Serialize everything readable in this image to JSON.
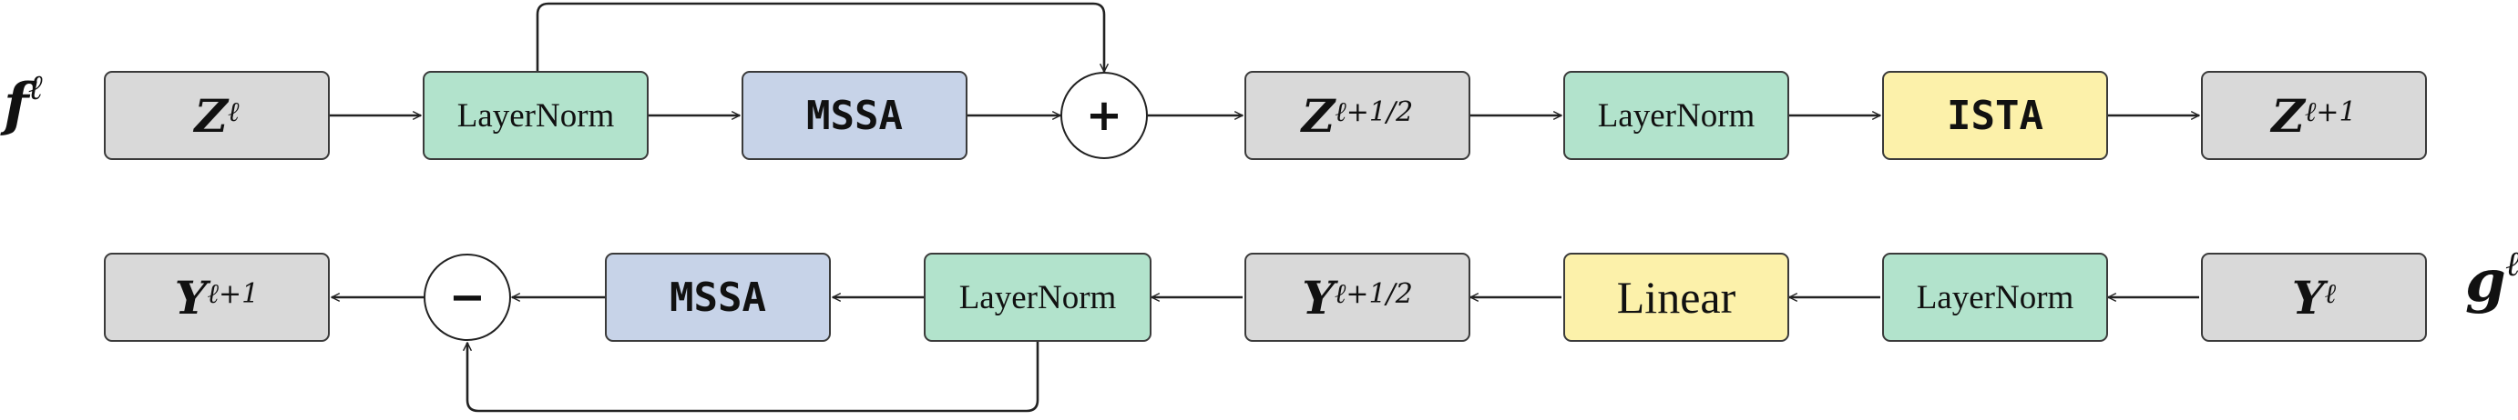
{
  "colors": {
    "gray": "#d9d9d9",
    "green": "#b2e3cc",
    "blue": "#c7d3e8",
    "yellow": "#fcf1aa",
    "stroke": "#3a3a3a"
  },
  "top_row": {
    "side_label": {
      "base": "f",
      "sup": "ℓ"
    },
    "z_in": {
      "base": "Z",
      "sup": "ℓ"
    },
    "layernorm_1": "LayerNorm",
    "mssa": "MSSA",
    "add": "+",
    "z_half": {
      "base": "Z",
      "sup": "ℓ+1/2"
    },
    "layernorm_2": "LayerNorm",
    "ista": "ISTA",
    "z_out": {
      "base": "Z",
      "sup": "ℓ+1"
    }
  },
  "bottom_row": {
    "side_label": {
      "base": "g",
      "sup": "ℓ"
    },
    "y_in": {
      "base": "Y",
      "sup": "ℓ"
    },
    "layernorm_1": "LayerNorm",
    "linear": "Linear",
    "y_half": {
      "base": "Y",
      "sup": "ℓ+1/2"
    },
    "layernorm_2": "LayerNorm",
    "mssa": "MSSA",
    "subtract": "−",
    "y_out": {
      "base": "Y",
      "sup": "ℓ+1"
    }
  }
}
